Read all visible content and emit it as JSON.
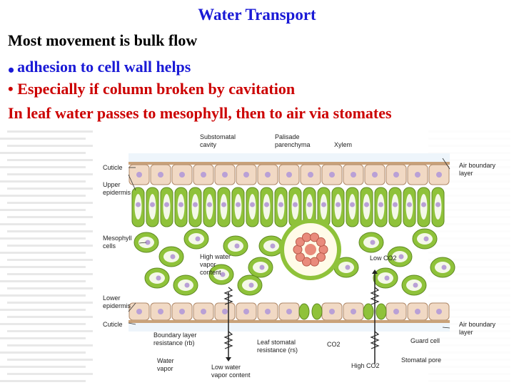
{
  "slide": {
    "title": "Water Transport",
    "line1": "Most movement is bulk flow",
    "line2_bullet": "•",
    "line2": "adhesion to cell wall helps",
    "line3": "• Especially if column broken by cavitation",
    "line4": "In leaf water passes to mesophyll, then to air via stomates"
  },
  "figure": {
    "labels": {
      "substomatal": [
        "Substomatal",
        "cavity"
      ],
      "palisade": [
        "Palisade",
        "parenchyma"
      ],
      "xylem": "Xylem",
      "cuticle_top": "Cuticle",
      "upper_epidermis": [
        "Upper",
        "epidermis"
      ],
      "air_boundary_top": [
        "Air boundary",
        "layer"
      ],
      "mesophyll": [
        "Mesophyll",
        "cells"
      ],
      "high_water": [
        "High water",
        "vapor",
        "content"
      ],
      "low_co2": "Low CO2",
      "lower_epidermis": [
        "Lower",
        "epidermis"
      ],
      "cuticle_bottom": "Cuticle",
      "air_boundary_bottom": [
        "Air boundary",
        "layer"
      ],
      "boundary_resistance": [
        "Boundary layer",
        "resistance (rb)"
      ],
      "leaf_stomatal": [
        "Leaf stomatal",
        "resistance (rs)"
      ],
      "co2": "CO2",
      "guard_cell": "Guard cell",
      "water_vapor": [
        "Water",
        "vapor"
      ],
      "low_water": [
        "Low water",
        "vapor content"
      ],
      "high_co2": "High CO2",
      "stomatal_pore": "Stomatal pore"
    }
  },
  "colors": {
    "title_blue": "#1a1ad6",
    "red_text": "#cc0000",
    "cell_green": "#8fc23a",
    "epidermis_tan": "#f1d9c4",
    "nucleus_purple": "#b9a0d6"
  }
}
